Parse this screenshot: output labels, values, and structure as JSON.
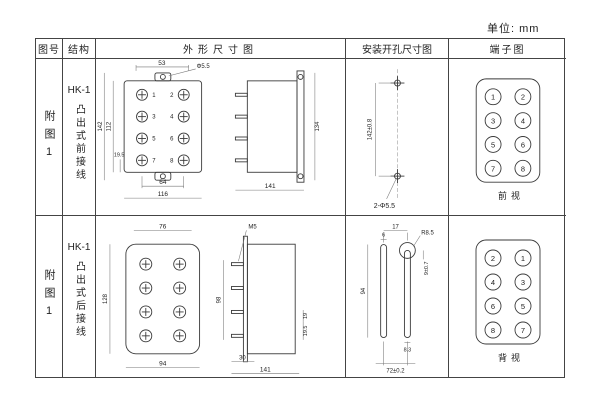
{
  "unit_label": "单位: mm",
  "headers": {
    "fig": "图号",
    "structure": "结构",
    "outline": "外形尺寸图",
    "mounting": "安装开孔尺寸图",
    "terminal": "端子图"
  },
  "rows": [
    {
      "fig": "附图1",
      "model": "HK-1",
      "structure": "凸出式前接线",
      "outline": {
        "d53": "53",
        "hole": "Φ5.5",
        "d142": "142",
        "d112": "112",
        "d195": "19.5",
        "d64": "64",
        "d116": "116",
        "d134": "134",
        "d141": "141",
        "nums": [
          "1",
          "2",
          "3",
          "4",
          "5",
          "6",
          "7",
          "8"
        ]
      },
      "mounting": {
        "height": "142±0.8",
        "label": "2-Φ5.5"
      },
      "terminal": {
        "left": [
          "1",
          "3",
          "5",
          "7"
        ],
        "right": [
          "2",
          "4",
          "6",
          "8"
        ],
        "caption": "前视"
      }
    },
    {
      "fig": "附图1",
      "model": "HK-1",
      "structure": "凸出式后接线",
      "outline": {
        "d76": "76",
        "d128": "128",
        "d94": "94",
        "m5": "M5",
        "d98": "98",
        "d19": "19",
        "d195": "19.5",
        "d30": "30",
        "d141": "141"
      },
      "mounting": {
        "d17": "17",
        "d6": "6",
        "r": "R8.5",
        "d94": "94",
        "d9": "9±0.7",
        "d83": "8.3",
        "d72": "72±0.2"
      },
      "terminal": {
        "left": [
          "2",
          "4",
          "6",
          "8"
        ],
        "right": [
          "1",
          "3",
          "5",
          "7"
        ],
        "caption": "背视"
      }
    }
  ]
}
